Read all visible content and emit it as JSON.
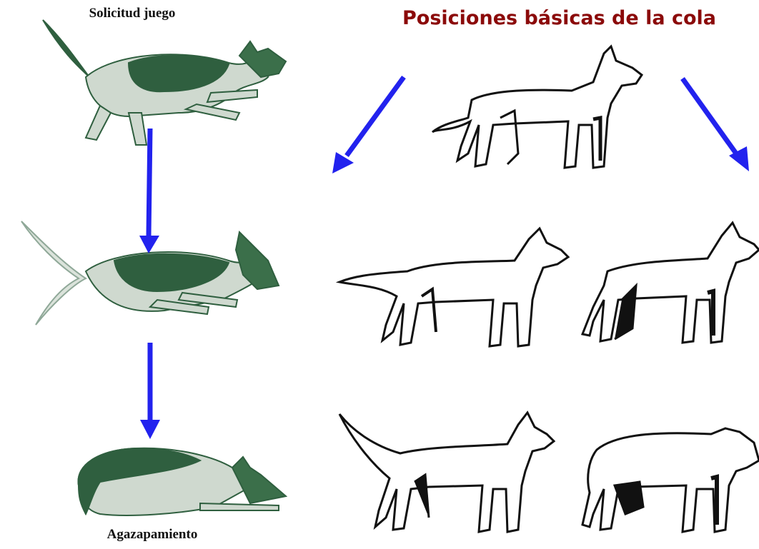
{
  "left_column": {
    "title": "Solicitud juego",
    "caption": "Agazapamiento",
    "stages": [
      "play-bow-stance",
      "lowered-run",
      "crouch"
    ],
    "sketch_color": "#2f5f3f"
  },
  "right_column": {
    "title": "Posiciones básicas de la cola",
    "title_color": "#8b0a0a",
    "figures": [
      "neutral-tail",
      "tail-horizontal",
      "tail-low-tucked",
      "tail-raised",
      "tail-tucked-under"
    ]
  },
  "colors": {
    "arrow": "#2222ee",
    "ink": "#111111"
  },
  "icons": {
    "arrow": "arrow-icon",
    "dog": "dog-silhouette-icon"
  }
}
